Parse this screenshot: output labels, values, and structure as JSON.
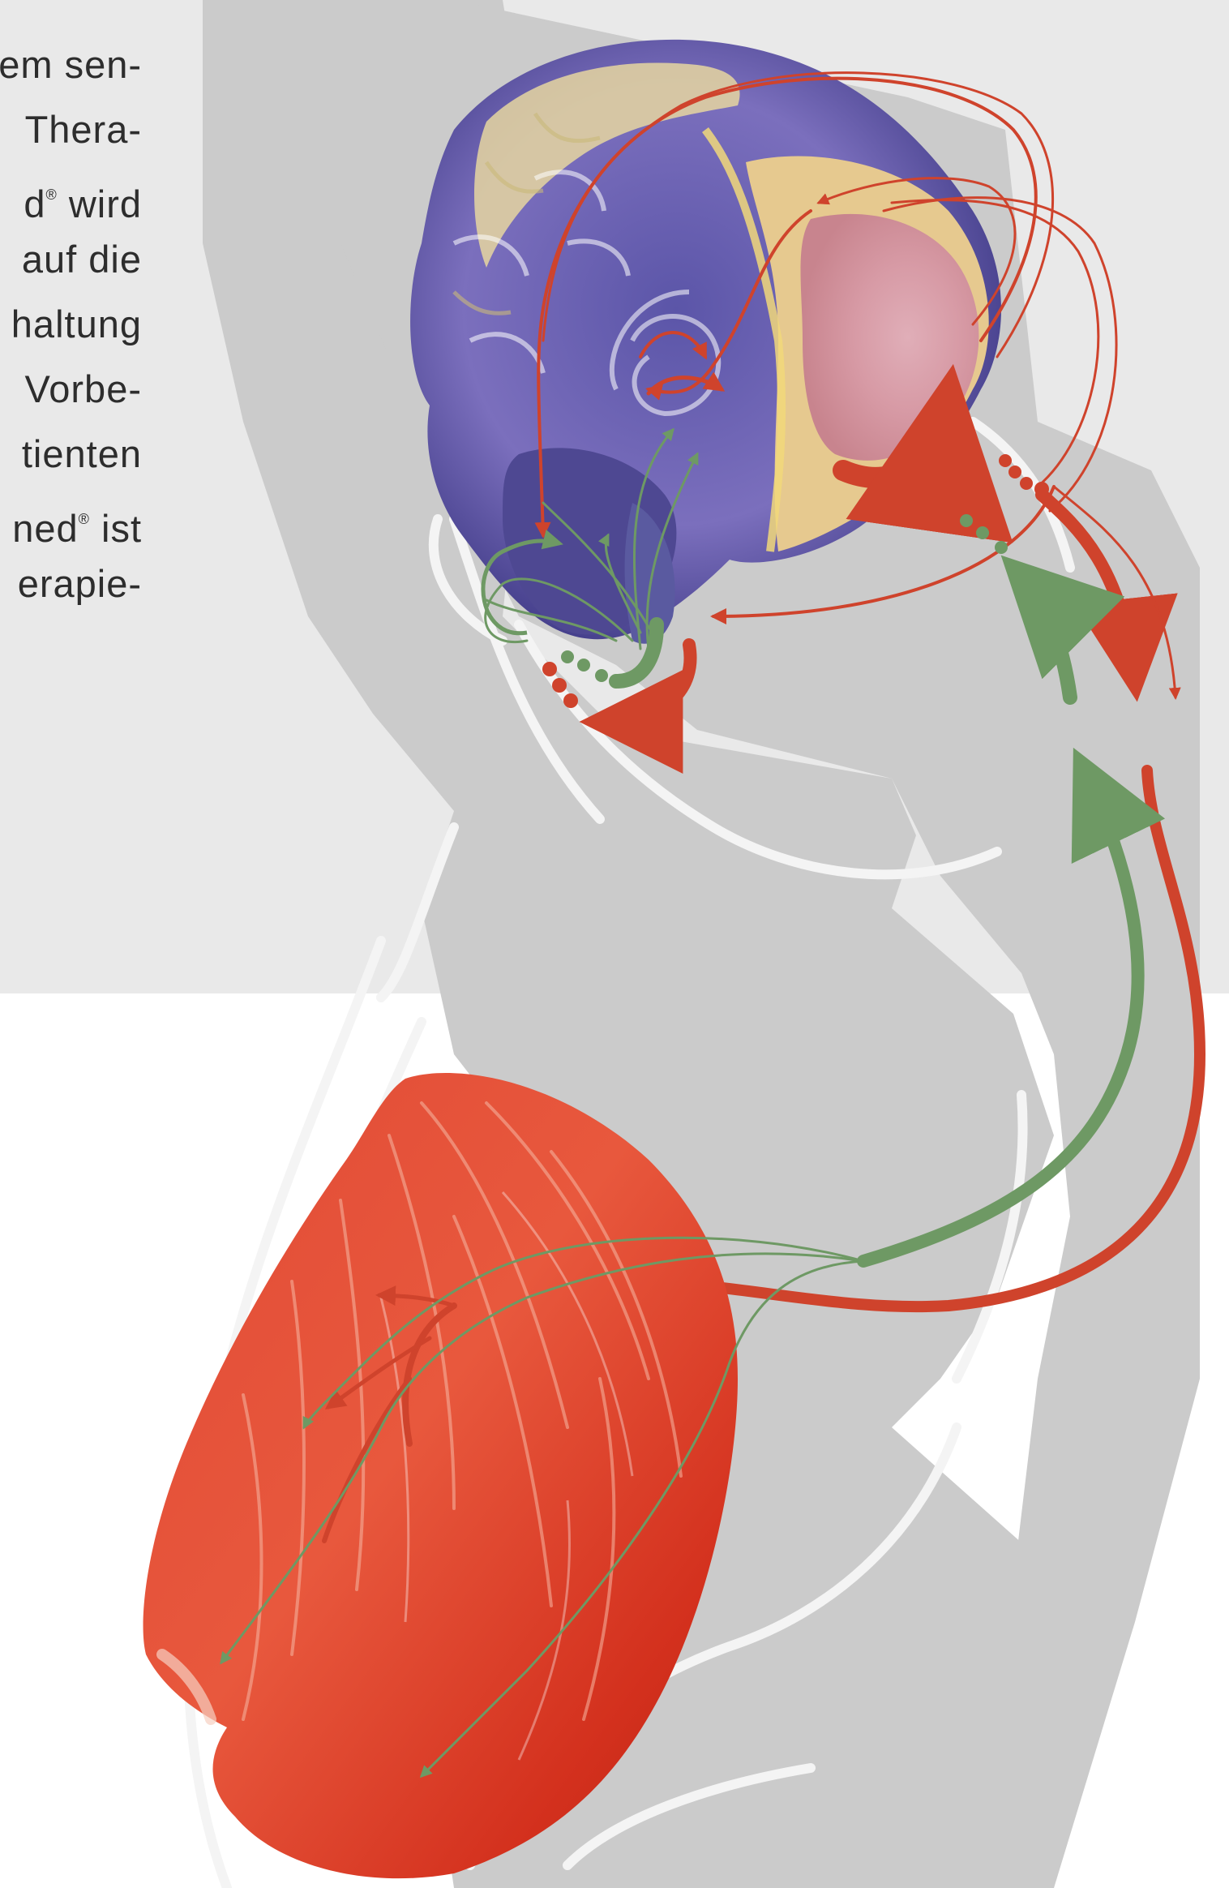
{
  "text_fragment": {
    "lines": [
      {
        "text": "em sen-",
        "sup": ""
      },
      {
        "text": "Thera-",
        "sup": ""
      },
      {
        "text": "d",
        "sup": "®",
        "after": " wird"
      },
      {
        "text": "auf die",
        "sup": ""
      },
      {
        "text": "haltung",
        "sup": ""
      },
      {
        "text": "Vorbe-",
        "sup": ""
      },
      {
        "text": "tienten",
        "sup": ""
      },
      {
        "text": "ned",
        "sup": "®",
        "after": " ist"
      },
      {
        "text": "erapie-",
        "sup": ""
      }
    ]
  },
  "colors": {
    "background_panel": "#e9e9e9",
    "silhouette": "#cbcbcb",
    "outline": "#f4f4f4",
    "motor_pathway": "#cf432c",
    "sensory_pathway": "#6e9964",
    "muscle": "#d8321e",
    "brain_cortex": "#7b6fbd",
    "brain_frontal": "#e6c98f"
  },
  "illustration": {
    "regions": [
      "brain",
      "muscle",
      "body-silhouette"
    ],
    "pathways": [
      "motor-efferent",
      "sensory-afferent"
    ]
  }
}
